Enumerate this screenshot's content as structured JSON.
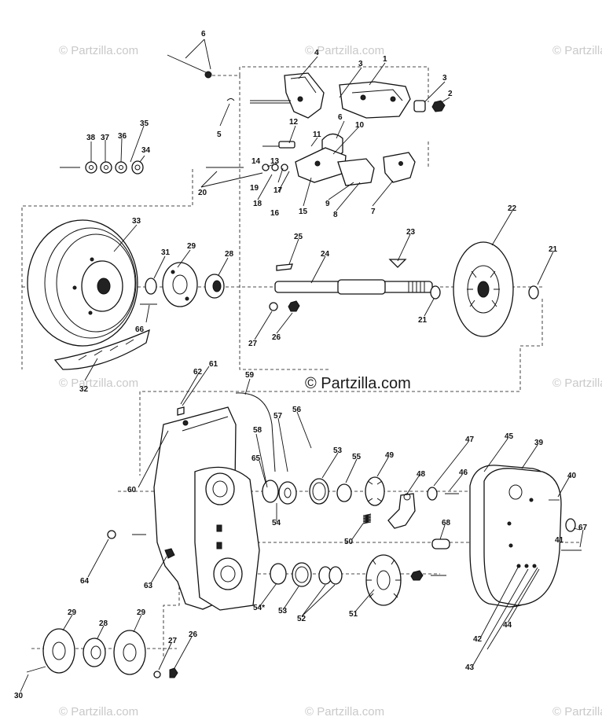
{
  "watermarks": {
    "text": "© Partzilla.com",
    "corner": "© Partzilla.com",
    "center": "© Partzilla.com"
  },
  "labels": {
    "p1": "1",
    "p2": "2",
    "p3a": "3",
    "p3b": "3",
    "p4": "4",
    "p5": "5",
    "p6": "6",
    "p7": "7",
    "p8": "8",
    "p9": "9",
    "p10": "10",
    "p11": "11",
    "p12": "12",
    "p13": "13",
    "p14": "14",
    "p15": "15",
    "p16": "16",
    "p17": "17",
    "p18": "18",
    "p19": "19",
    "p20": "20",
    "p21a": "21",
    "p21b": "21",
    "p22": "22",
    "p23": "23",
    "p24": "24",
    "p25": "25",
    "p26a": "26",
    "p26b": "26",
    "p27a": "27",
    "p27b": "27",
    "p28a": "28",
    "p28b": "28",
    "p29a": "29",
    "p29b": "29",
    "p29c": "29",
    "p30": "30",
    "p31": "31",
    "p32": "32",
    "p33": "33",
    "p34": "34",
    "p35": "35",
    "p36": "36",
    "p37": "37",
    "p38": "38",
    "p39": "39",
    "p40": "40",
    "p41": "41",
    "p42": "42",
    "p43": "43",
    "p44": "44",
    "p45": "45",
    "p46": "46",
    "p47": "47",
    "p48": "48",
    "p49": "49",
    "p50": "50",
    "p51": "51",
    "p52": "52",
    "p53a": "53",
    "p53b": "53",
    "p54a": "54",
    "p54b": "54*",
    "p55": "55",
    "p56": "56",
    "p57": "57",
    "p58": "58",
    "p59": "59",
    "p60": "60",
    "p61": "61",
    "p62": "62",
    "p63": "63",
    "p64": "64",
    "p65": "65",
    "p66": "66",
    "p67": "67",
    "p68": "68",
    "p6b": "6"
  }
}
